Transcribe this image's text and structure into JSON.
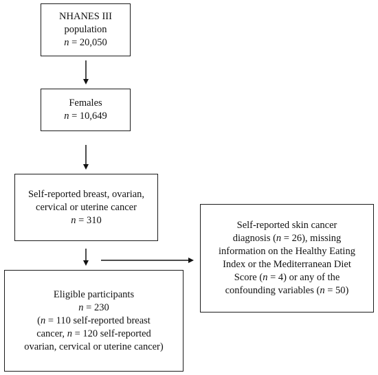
{
  "boxes": {
    "population": {
      "title": "NHANES III",
      "subtitle": "population",
      "n_label": "n",
      "n_value": "= 20,050"
    },
    "females": {
      "title": "Females",
      "n_label": "n",
      "n_value": "= 10,649"
    },
    "cancer": {
      "line1": "Self-reported breast, ovarian,",
      "line2": "cervical or uterine cancer",
      "n_label": "n",
      "n_value": "= 310"
    },
    "excluded": {
      "line1": "Self-reported skin cancer",
      "line2a": "diagnosis (",
      "line2_n": "n",
      "line2b": " = 26), missing",
      "line3": "information on the Healthy Eating",
      "line4": "Index or the Mediterranean Diet",
      "line5a": "Score (",
      "line5_n": "n",
      "line5b": " = 4) or any of the",
      "line6a": "confounding variables (",
      "line6_n": "n",
      "line6b": " = 50)"
    },
    "eligible": {
      "title": "Eligible participants",
      "n_label": "n",
      "n_value": "= 230",
      "line3a": "(",
      "line3_n": "n",
      "line3b": " = 110 self-reported breast",
      "line4a": "cancer, ",
      "line4_n": "n",
      "line4b": " = 120 self-reported",
      "line5": "ovarian, cervical or uterine cancer)"
    }
  }
}
